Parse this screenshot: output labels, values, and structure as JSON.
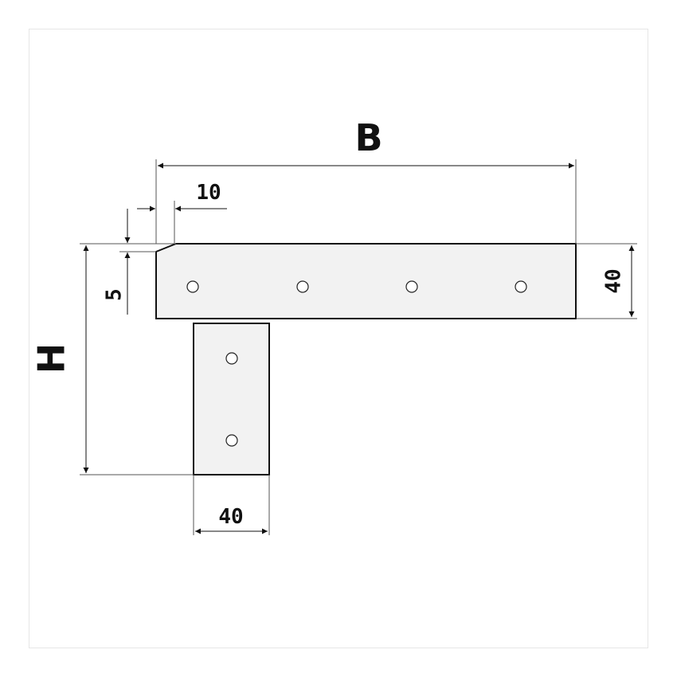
{
  "labels": {
    "width": "B",
    "height": "H",
    "chamfer_horizontal": "10",
    "chamfer_vertical": "5",
    "top_bar_width": "40",
    "leg_width": "40"
  },
  "colors": {
    "plate_fill": "#f2f2f2",
    "outline": "#111111",
    "dimension_line": "#444444",
    "frame_border": "#e6e6e6"
  },
  "counts": {
    "top_bar_holes": 4,
    "leg_holes": 2
  }
}
